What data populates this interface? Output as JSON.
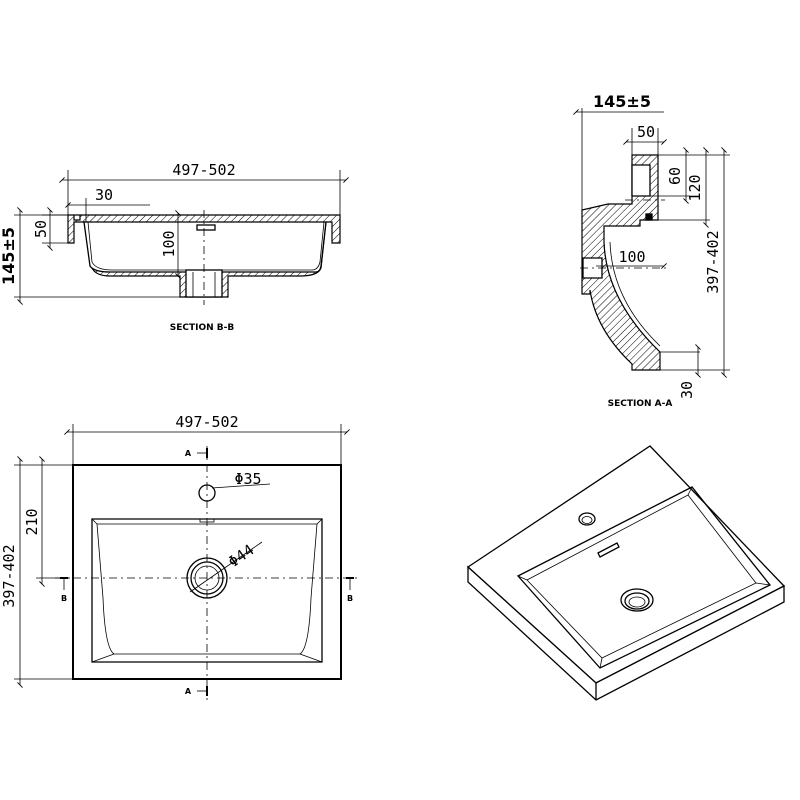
{
  "section_bb": {
    "caption": "SECTION B-B",
    "width": "497-502",
    "rim": "30",
    "rim_height": "50",
    "depth": "100",
    "height": "145±5"
  },
  "section_aa": {
    "caption": "SECTION A-A",
    "height": "145±5",
    "rim": "50",
    "tap_zone": "60",
    "ledge": "120",
    "depth": "100",
    "overall": "397-402",
    "bottom": "30"
  },
  "plan_view": {
    "width": "497-502",
    "length": "397-402",
    "to_drain": "210",
    "tap_hole": "Φ35",
    "drain_hole": "Φ44",
    "section_a": "A",
    "section_b": "B"
  }
}
